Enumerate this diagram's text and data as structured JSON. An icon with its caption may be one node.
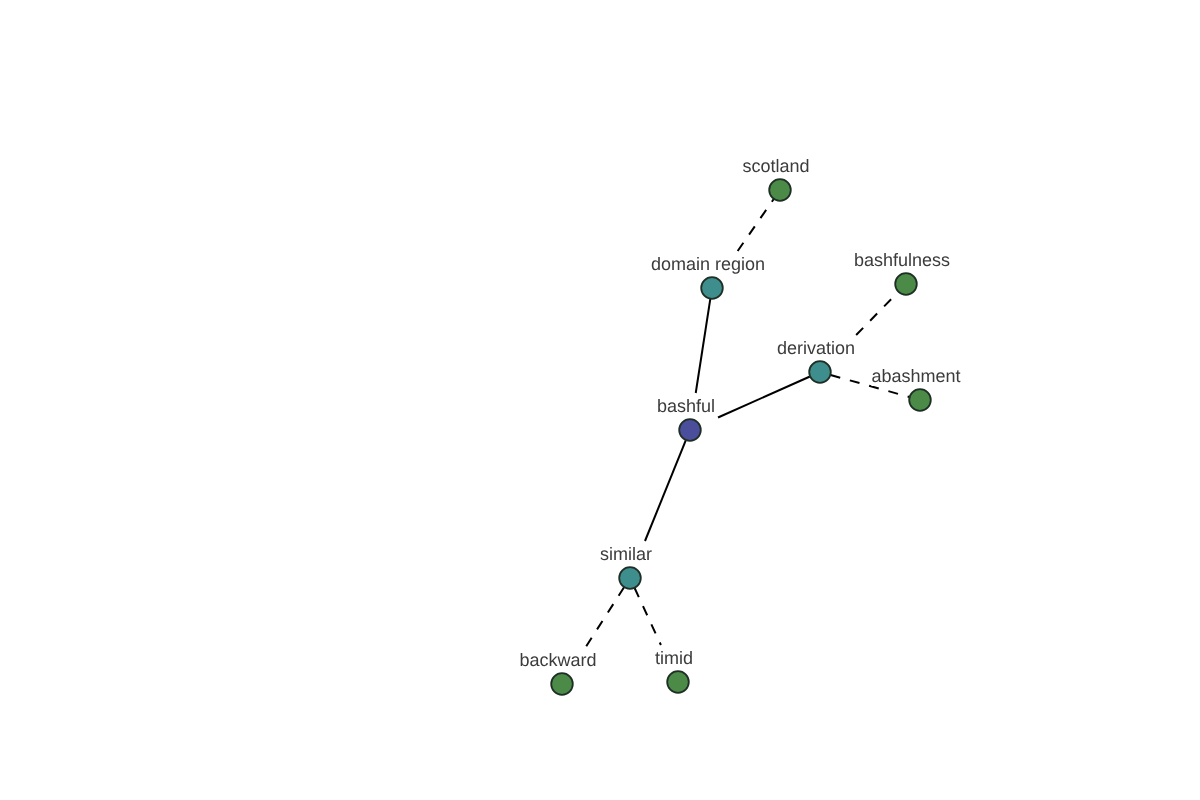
{
  "diagram": {
    "nodes": [
      {
        "text": [
          "scotland"
        ]
      },
      {
        "text": [
          "domain region"
        ]
      },
      {
        "text": [
          "bashfulness"
        ]
      },
      {
        "text": [
          "derivation"
        ]
      },
      {
        "text": [
          "abashment"
        ]
      },
      {
        "text": [
          "bashful"
        ]
      },
      {
        "text": [
          "similar"
        ]
      },
      {
        "text": [
          "backward"
        ]
      },
      {
        "text": [
          "timid"
        ]
      }
    ],
    "edges": [
      {
        "from": 5,
        "to": 1,
        "arrow": "none"
      },
      {
        "from": 1,
        "to": 0,
        "arrow": "none",
        "style": "dashed"
      },
      {
        "from": 5,
        "to": 3,
        "arrow": "none"
      },
      {
        "from": 3,
        "to": 2,
        "arrow": "none",
        "style": "dashed"
      },
      {
        "from": 3,
        "to": 4,
        "arrow": "none",
        "style": "dashed"
      },
      {
        "from": 5,
        "to": 6,
        "arrow": "none"
      },
      {
        "from": 6,
        "to": 7,
        "arrow": "none",
        "style": "dashed"
      },
      {
        "from": 6,
        "to": 8,
        "arrow": "none",
        "style": "dashed"
      }
    ]
  }
}
